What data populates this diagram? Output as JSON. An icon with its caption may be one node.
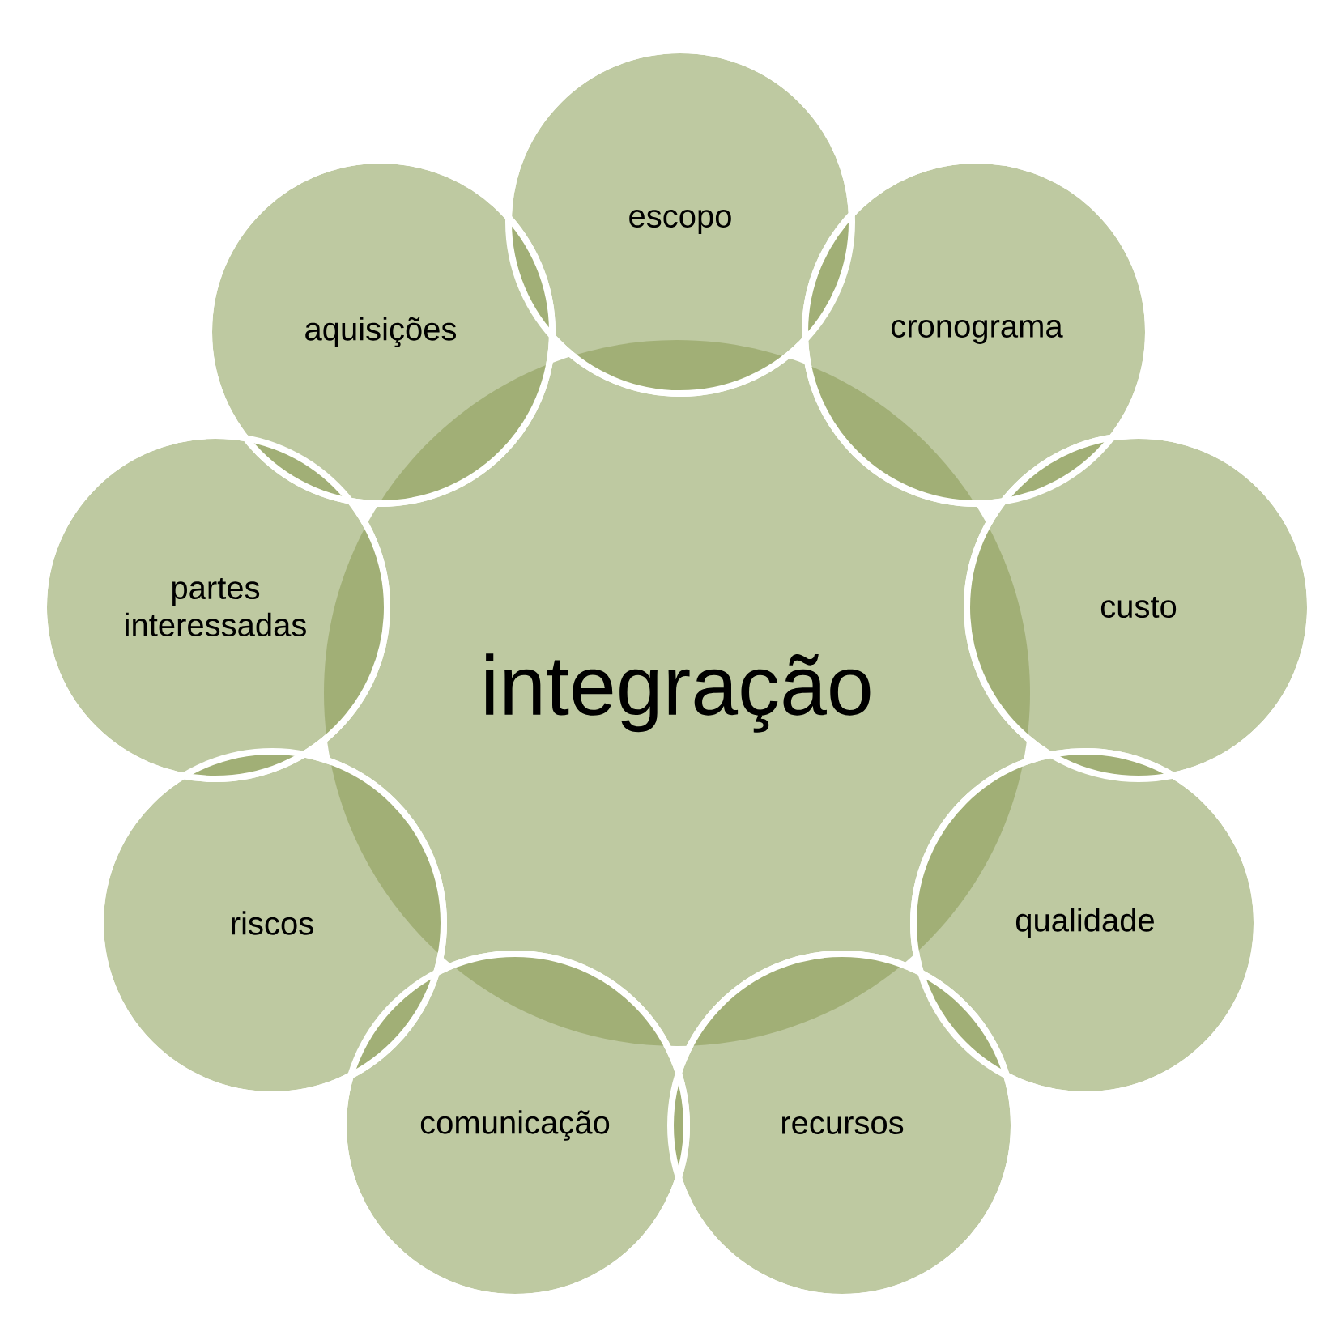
{
  "diagram": {
    "nodes": [
      {
        "text": [
          "integração"
        ]
      },
      {
        "text": [
          "escopo"
        ]
      },
      {
        "text": [
          "cronograma"
        ]
      },
      {
        "text": [
          "custo"
        ]
      },
      {
        "text": [
          "qualidade"
        ]
      },
      {
        "text": [
          "recursos"
        ]
      },
      {
        "text": [
          "comunicação"
        ]
      },
      {
        "text": [
          "riscos"
        ]
      },
      {
        "text": [
          "partes interessadas"
        ]
      },
      {
        "text": [
          "aquisições"
        ]
      }
    ]
  }
}
